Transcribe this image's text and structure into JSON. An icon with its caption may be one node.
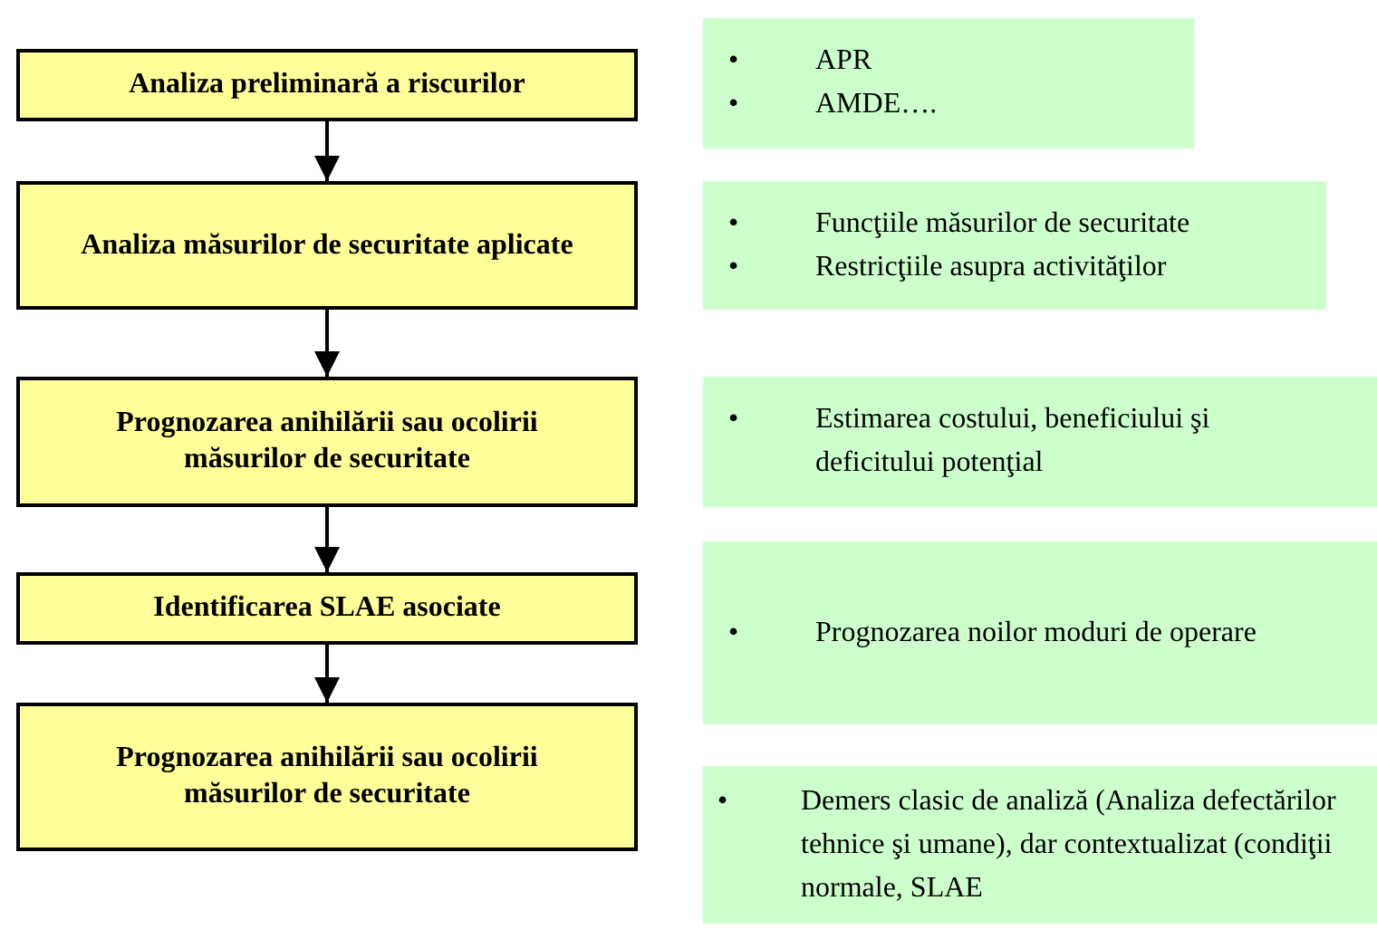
{
  "diagram": {
    "nodes": [
      {
        "text": [
          "Analiza preliminară a riscurilor"
        ]
      },
      {
        "text": [
          "Analiza măsurilor de securitate aplicate"
        ]
      },
      {
        "text": [
          "Prognozarea anihilării sau ocolirii măsurilor de securitate"
        ]
      },
      {
        "text": [
          "Identificarea SLAE asociate"
        ]
      },
      {
        "text": [
          "Prognozarea anihilării sau ocolirii măsurilor de securitate"
        ]
      },
      {
        "text": [
          "• APR",
          "• AMDE…."
        ]
      },
      {
        "text": [
          "• Funcţiile măsurilor de securitate",
          "• Restricţiile asupra activităţilor"
        ]
      },
      {
        "text": [
          "• Estimarea costului, beneficiului şi deficitului potenţial"
        ]
      },
      {
        "text": [
          "• Prognozarea noilor moduri de operare"
        ]
      },
      {
        "text": [
          "• Demers clasic de analiză (Analiza defectărilor tehnice şi umane), dar contextualizat (condiţii normale, SLAE"
        ]
      }
    ],
    "edges": [
      {
        "from": 0,
        "to": 1,
        "arrow": "to"
      },
      {
        "from": 1,
        "to": 2,
        "arrow": "to"
      },
      {
        "from": 2,
        "to": 3,
        "arrow": "to"
      },
      {
        "from": 3,
        "to": 4,
        "arrow": "to"
      }
    ]
  }
}
